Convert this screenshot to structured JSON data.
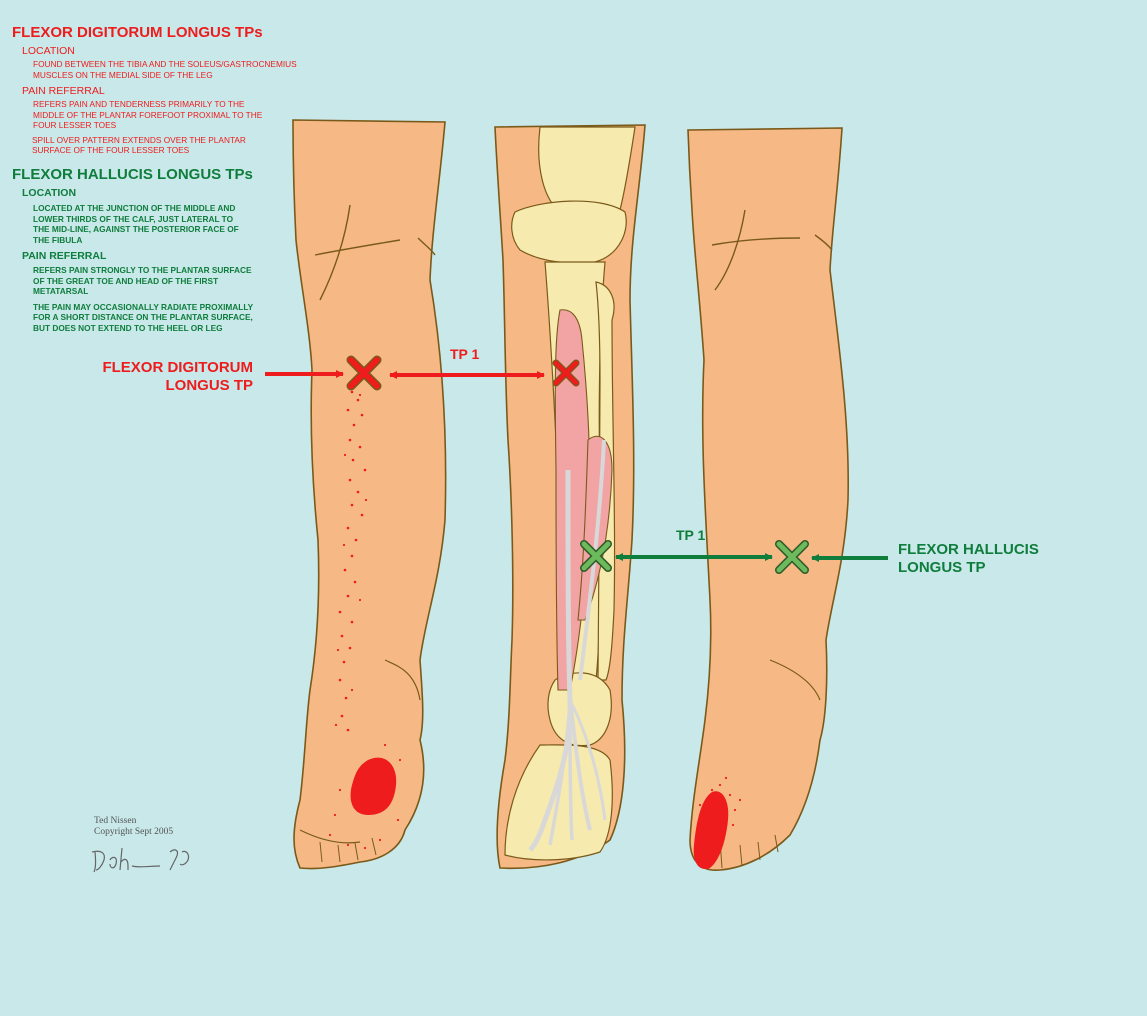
{
  "fdl": {
    "title": "FLEXOR DIGITORUM LONGUS TPs",
    "location_heading": "LOCATION",
    "location_text": [
      "FOUND BETWEEN THE TIBIA AND THE SOLEUS/GASTROCNEMIUS",
      "MUSCLES ON THE MEDIAL SIDE OF THE LEG"
    ],
    "referral_heading": "PAIN REFERRAL",
    "referral_text": [
      "REFERS PAIN AND TENDERNESS PRIMARILY TO THE",
      "MIDDLE OF THE PLANTAR FOREFOOT PROXIMAL TO THE",
      "FOUR LESSER TOES"
    ],
    "spillover_text": [
      "SPILL OVER PATTERN EXTENDS OVER THE PLANTAR",
      "SURFACE OF THE FOUR LESSER TOES"
    ],
    "tp_label": [
      "FLEXOR DIGITORUM",
      "LONGUS TP"
    ],
    "color": "#ee1c1c"
  },
  "fhl": {
    "title": "FLEXOR HALLUCIS LONGUS TPs",
    "location_heading": "LOCATION",
    "location_text": [
      "LOCATED AT THE JUNCTION OF THE MIDDLE AND",
      "LOWER THIRDS OF THE CALF, JUST LATERAL TO",
      "THE MID-LINE, AGAINST THE POSTERIOR FACE OF",
      "THE FIBULA"
    ],
    "referral_heading": "PAIN REFERRAL",
    "referral_text": [
      "REFERS PAIN STRONGLY TO THE PLANTAR SURFACE",
      "OF THE GREAT TOE AND HEAD OF THE FIRST",
      "METATARSAL"
    ],
    "radiate_text": [
      "THE PAIN MAY OCCASIONALLY RADIATE PROXIMALLY",
      "FOR A SHORT DISTANCE ON THE PLANTAR SURFACE,",
      "BUT DOES NOT EXTEND TO THE HEEL OR LEG"
    ],
    "tp_label": [
      "FLEXOR HALLUCIS",
      "LONGUS TP"
    ],
    "color": "#0f7d3c"
  },
  "tp1_label": "TP 1",
  "credit": {
    "author": "Ted Nissen",
    "copyright": "Copyright Sept 2005"
  },
  "colors": {
    "background": "#c8e8ea",
    "skin": "#f6b985",
    "bone": "#f7eaae",
    "muscle": "#f2a3a3",
    "tendon": "#d8d8d8"
  }
}
